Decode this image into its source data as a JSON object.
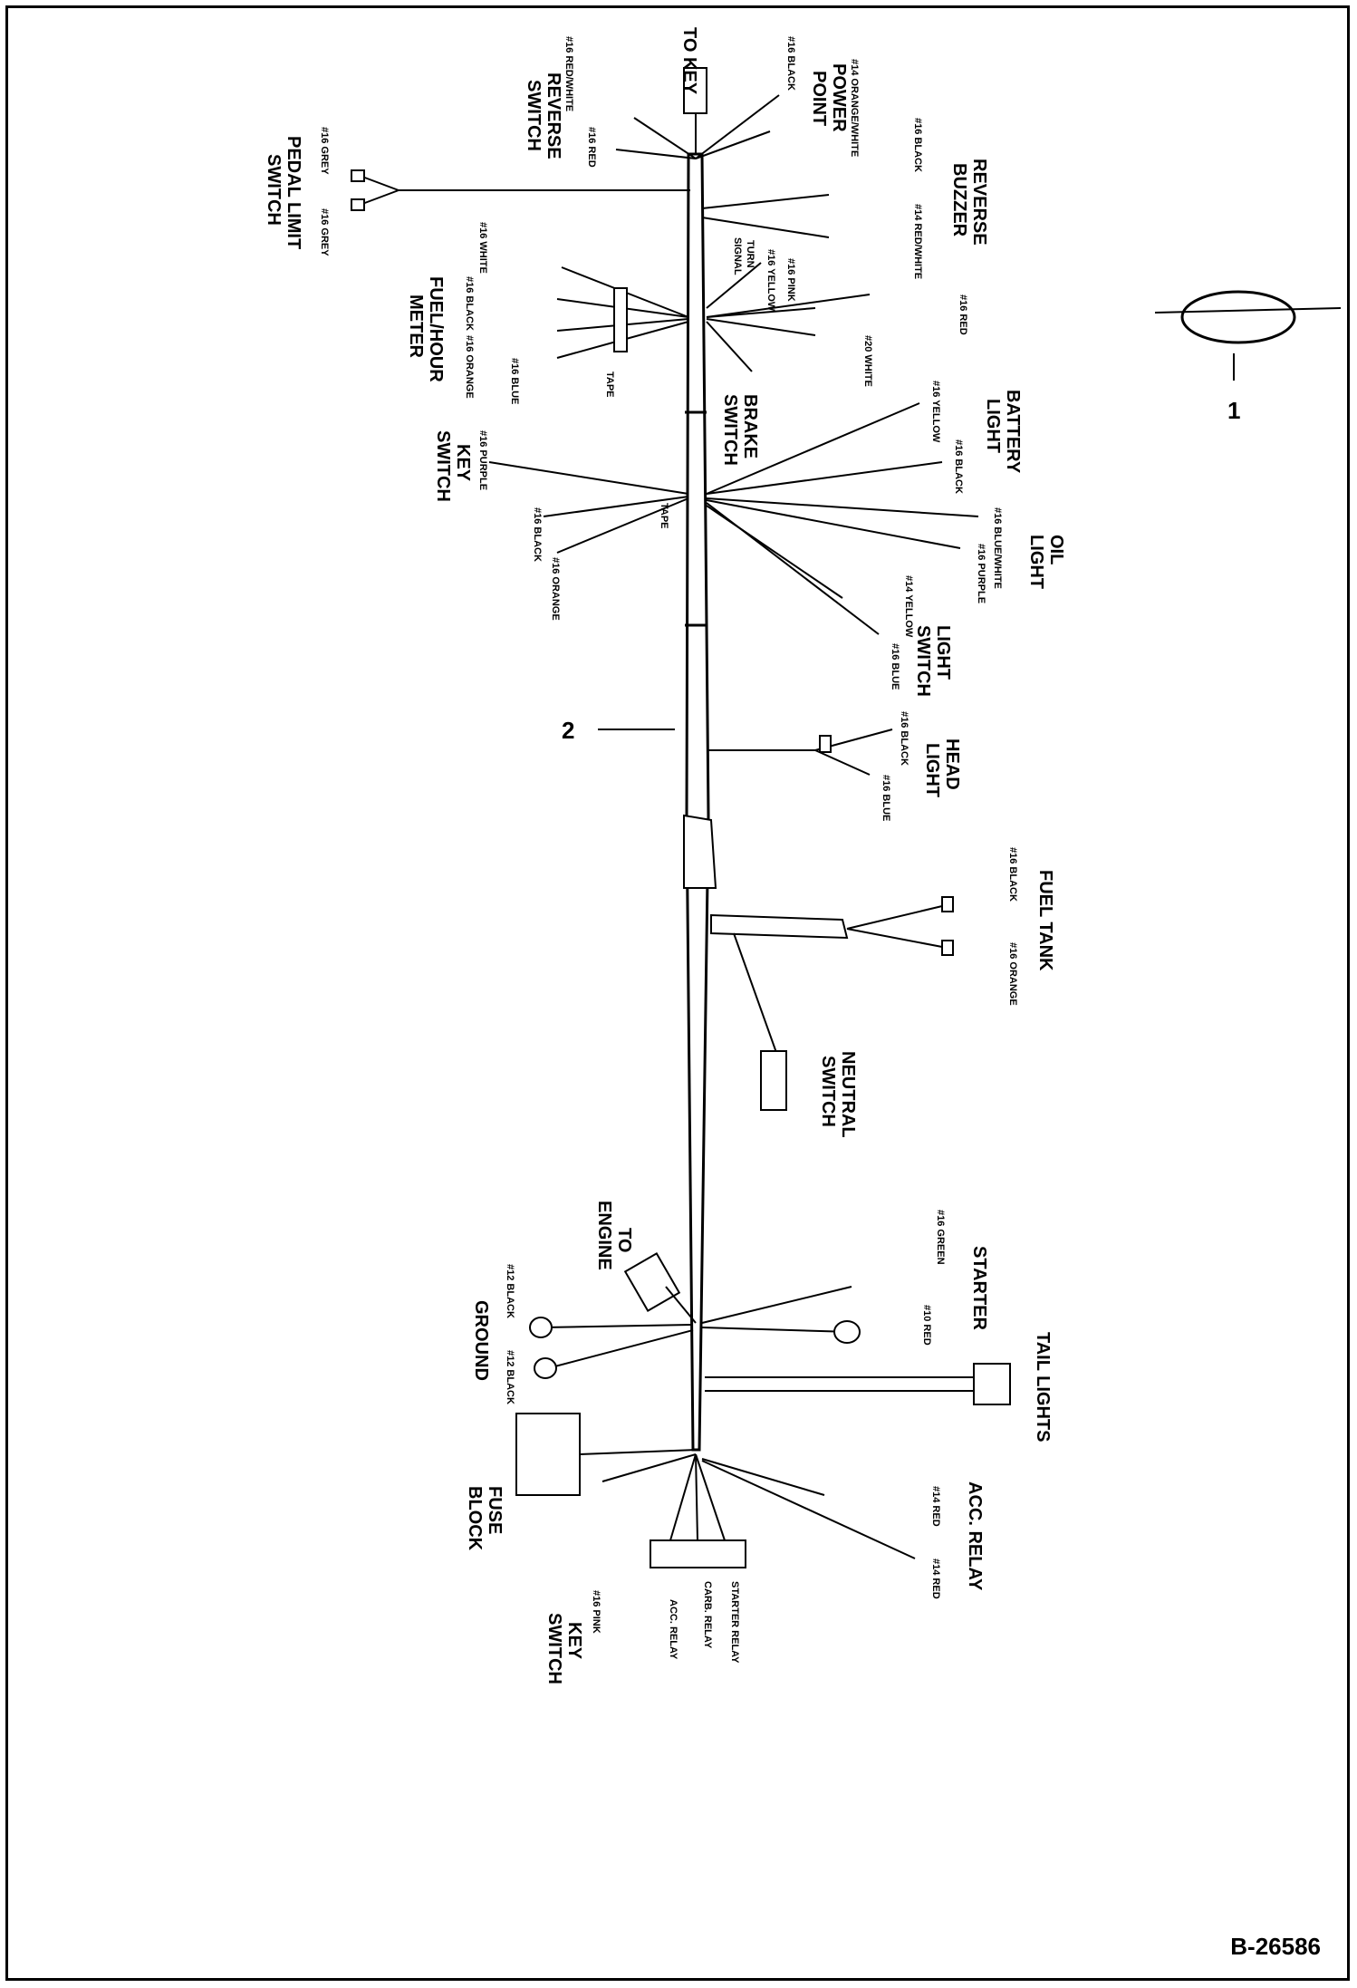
{
  "callouts": {
    "one": "1",
    "two": "2"
  },
  "doc_number": "B-26586",
  "labels": {
    "to_key": "TO KEY",
    "power_point": [
      "POWER",
      "POINT"
    ],
    "reverse_switch": [
      "REVERSE",
      "SWITCH"
    ],
    "pedal_limit_switch": [
      "PEDAL LIMIT",
      "SWITCH"
    ],
    "reverse_buzzer": [
      "REVERSE",
      "BUZZER"
    ],
    "turn_signal": [
      "TURN",
      "SIGNAL"
    ],
    "fuel_hour_meter": [
      "FUEL/HOUR",
      "METER"
    ],
    "brake_switch": [
      "BRAKE",
      "SWITCH"
    ],
    "battery_light": [
      "BATTERY",
      "LIGHT"
    ],
    "key_switch_upper": [
      "KEY",
      "SWITCH"
    ],
    "oil_light": [
      "OIL",
      "LIGHT"
    ],
    "light_switch": [
      "LIGHT",
      "SWITCH"
    ],
    "head_light": [
      "HEAD",
      "LIGHT"
    ],
    "fuel_tank": "FUEL TANK",
    "neutral_switch": [
      "NEUTRAL",
      "SWITCH"
    ],
    "to_engine": [
      "TO",
      "ENGINE"
    ],
    "starter": "STARTER",
    "ground": "GROUND",
    "tail_lights": "TAIL LIGHTS",
    "fuse_block": [
      "FUSE",
      "BLOCK"
    ],
    "acc_relay": [
      "ACC. RELAY"
    ],
    "key_switch_lower": [
      "KEY",
      "SWITCH"
    ],
    "starter_relay": "STARTER RELAY",
    "carb_relay": "CARB. RELAY",
    "acc_relay_small": "ACC. RELAY"
  },
  "wire_labels": {
    "w1": "#16 RED/WHITE",
    "w2": "#16 RED",
    "w3": "#14 ORANGE/WHITE",
    "w4": "#16 BLACK",
    "w5": "#16 GREY",
    "w6": "#16 GREY",
    "w7": "#16 BLACK",
    "w8": "#14 RED/WHITE",
    "w9": "#16 WHITE",
    "w10": "#16 BLACK",
    "w11": "#16 ORANGE",
    "w12": "#16 BLUE",
    "w13": "TAPE",
    "w14": "#16 RED",
    "w15": "#20 WHITE",
    "w16": "#16 PINK",
    "w17": "#16 YELLOW",
    "w18": "#16 PURPLE",
    "w19": "#16 BLACK",
    "w20": "#16 ORANGE",
    "w21": "#16 YELLOW",
    "w22": "#16 BLACK",
    "w23": "#16 BLUE/WHITE",
    "w24": "#16 PURPLE",
    "w25": "#14 YELLOW",
    "w26": "#16 BLUE",
    "w27": "#16 BLACK",
    "w28": "#16 BLUE",
    "w29": "#16 BLACK",
    "w30": "#16 ORANGE",
    "w31": "#16 GREEN",
    "w32": "#10 RED",
    "w33": "#12 BLACK",
    "w34": "#12 BLACK",
    "w35": "#14 RED",
    "w36": "#14 RED",
    "w37": "#16 PINK",
    "w38": "TAPE"
  }
}
